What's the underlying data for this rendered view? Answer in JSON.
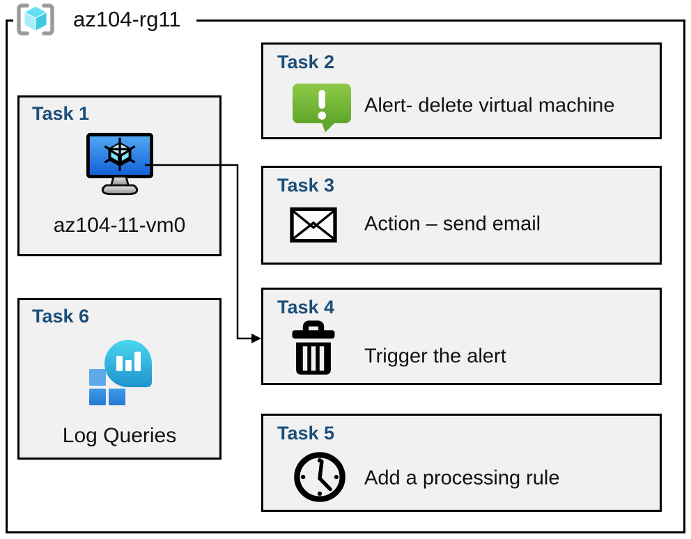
{
  "resource_group": {
    "name": "az104-rg11"
  },
  "tasks": {
    "task1": {
      "title": "Task 1",
      "label": "az104-11-vm0",
      "icon": "virtual-machine-icon"
    },
    "task2": {
      "title": "Task 2",
      "label": "Alert- delete virtual machine",
      "icon": "alert-icon"
    },
    "task3": {
      "title": "Task 3",
      "label": "Action – send email",
      "icon": "email-icon"
    },
    "task4": {
      "title": "Task 4",
      "label": "Trigger the alert",
      "icon": "trash-icon"
    },
    "task5": {
      "title": "Task 5",
      "label": "Add a processing rule",
      "icon": "clock-icon"
    },
    "task6": {
      "title": "Task 6",
      "label": "Log Queries",
      "icon": "log-analytics-icon"
    }
  },
  "connector": {
    "from": "Task 1",
    "to": "Task 4"
  },
  "colors": {
    "task_title_blue": "#1C4E79",
    "box_fill": "#F1F1F1",
    "box_border": "#000000",
    "alert_green_top": "#8FCA48",
    "alert_green_bottom": "#5FA62B",
    "vm_screen_top": "#55A9F2",
    "vm_screen_bottom": "#0F5FD7",
    "vm_cube_cyan": "#C9F6FF",
    "log_bubble_top": "#4BD7F1",
    "log_bubble_bottom": "#1E93CC",
    "log_square_light": "#5FA8EA",
    "log_square_blue": "#2E87DB",
    "rg_bracket_gray": "#9B9B9B",
    "rg_cube_top": "#62DFF2",
    "rg_cube_left": "#A8EEFA",
    "rg_cube_right": "#41C8E3"
  }
}
